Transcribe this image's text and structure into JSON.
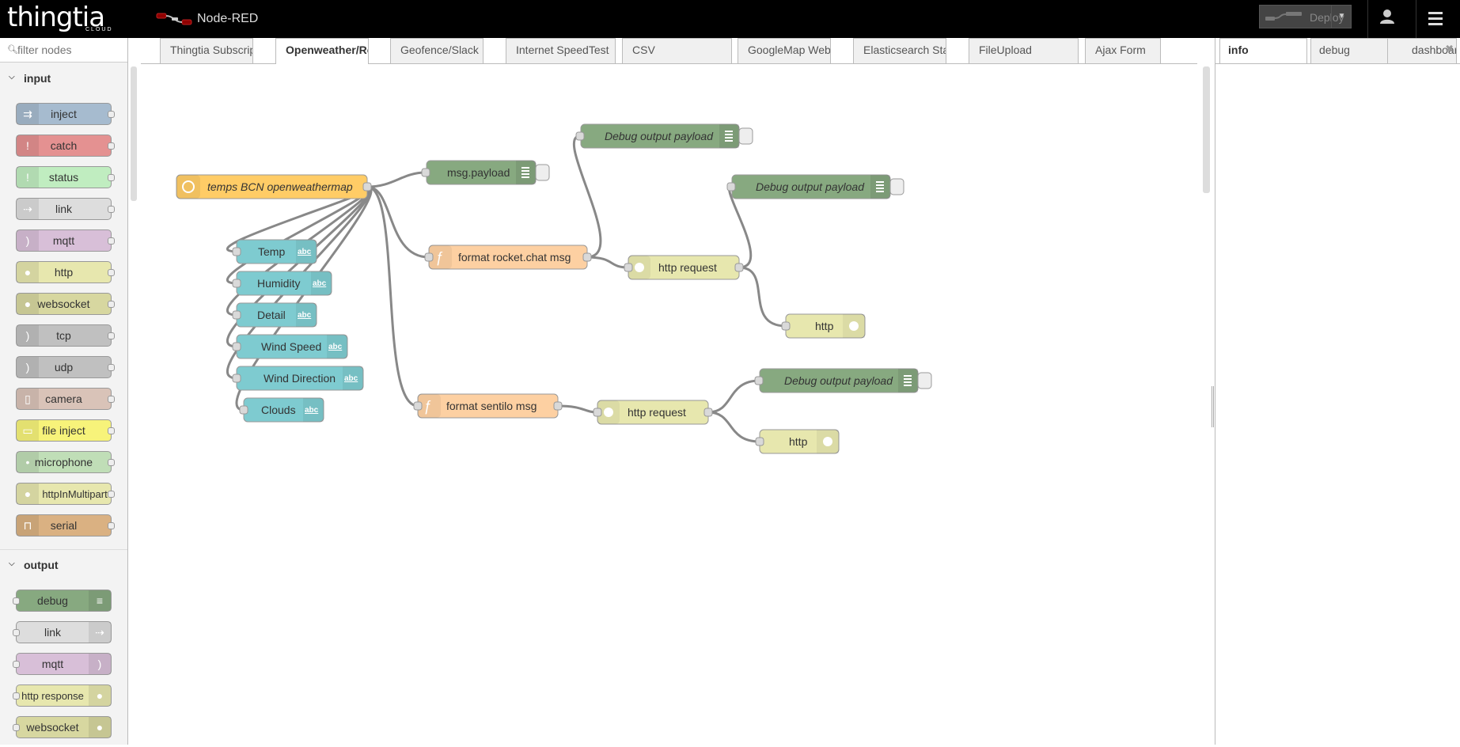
{
  "header": {
    "brand_logo": "thingtia",
    "brand_sub": "CLOUD",
    "app_title": "Node-RED",
    "deploy_label": "Deploy"
  },
  "palette": {
    "filter_placeholder": "filter nodes",
    "categories": [
      {
        "label": "input",
        "nodes": [
          "inject",
          "catch",
          "status",
          "link",
          "mqtt",
          "http",
          "websocket",
          "tcp",
          "udp",
          "camera",
          "file inject",
          "microphone",
          "httpInMultipart",
          "serial"
        ]
      },
      {
        "label": "output",
        "nodes": [
          "debug",
          "link",
          "mqtt",
          "http response",
          "websocket"
        ]
      }
    ]
  },
  "workspace_tabs": [
    "Thingtia Subscription",
    "Openweather/Rocket",
    "Geofence/Slack",
    "Internet SpeedTest",
    "CSV",
    "GoogleMap WebSocket",
    "Elasticsearch Stats",
    "FileUpload",
    "Ajax Form"
  ],
  "active_tab": "Openweather/Rocket",
  "sidebar_tabs": [
    "info",
    "debug",
    "dashboard"
  ],
  "flow": {
    "nodes": {
      "inject_weather": "temps BCN openweathermap",
      "msg_payload": "msg.payload",
      "debug1": "Debug output payload",
      "debug2": "Debug output payload",
      "debug3": "Debug output payload",
      "temp": "Temp",
      "humidity": "Humidity",
      "detail": "Detail",
      "wind_speed": "Wind Speed",
      "wind_direction": "Wind Direction",
      "clouds": "Clouds",
      "fn_rocket": "format rocket.chat msg",
      "fn_sentilo": "format sentilo msg",
      "http_req1": "http request",
      "http_req2": "http request",
      "http1": "http",
      "http2": "http",
      "text_icon": "abc"
    }
  },
  "colors": {
    "header_bg": "#000000",
    "inject": "#a6bbcf",
    "catch": "#e49191",
    "status": "#c0edc0",
    "link": "#dddddd",
    "mqtt": "#d8bfd8",
    "http": "#e7e7ae",
    "tcp": "#c0c0c0",
    "camera": "#d9c3b8",
    "file_inject": "#f7f37a",
    "microphone": "#c0deb7",
    "serial": "#dab182",
    "debug": "#87a980",
    "weather": "#ffcc66",
    "ui_text": "#7ecbd0",
    "function": "#fdd0a2"
  }
}
